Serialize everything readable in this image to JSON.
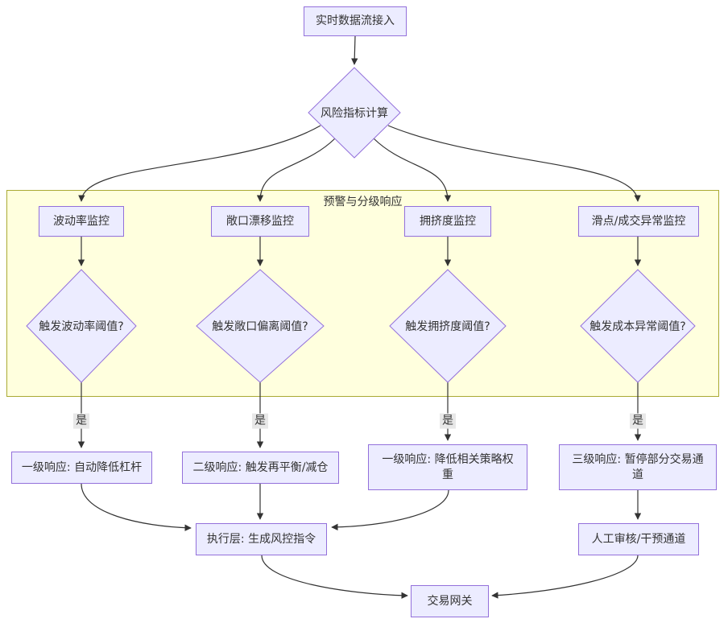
{
  "diagram": {
    "region_title": "预警与分级响应",
    "nodes": {
      "start": "实时数据流接入",
      "risk": "风险指标计算",
      "monitor_volatility": "波动率监控",
      "monitor_exposure": "敞口漂移监控",
      "monitor_crowding": "拥挤度监控",
      "monitor_slippage": "滑点/成交异常监控",
      "decision_volatility": "触发波动率阈值?",
      "decision_exposure": "触发敞口偏离阈值?",
      "decision_crowding": "触发拥挤度阈值?",
      "decision_cost": "触发成本异常阈值?",
      "response_level1_leverage": "一级响应: 自动降低杠杆",
      "response_level2_rebalance": "二级响应: 触发再平衡/减仓",
      "response_level1_weight": "一级响应: 降低相关策略权重",
      "response_level3_pause": "三级响应: 暂停部分交易通道",
      "execution": "执行层: 生成风控指令",
      "manual_review": "人工审核/干预通道",
      "gateway": "交易网关"
    },
    "edge_labels": {
      "yes": "是"
    },
    "colors": {
      "node_fill": "#ECECFF",
      "node_border": "#9370DB",
      "region_fill": "#ffffde",
      "region_border": "#aaaa33",
      "edge": "#333333",
      "label_bg": "#e8e8e8",
      "text": "#333333"
    }
  }
}
